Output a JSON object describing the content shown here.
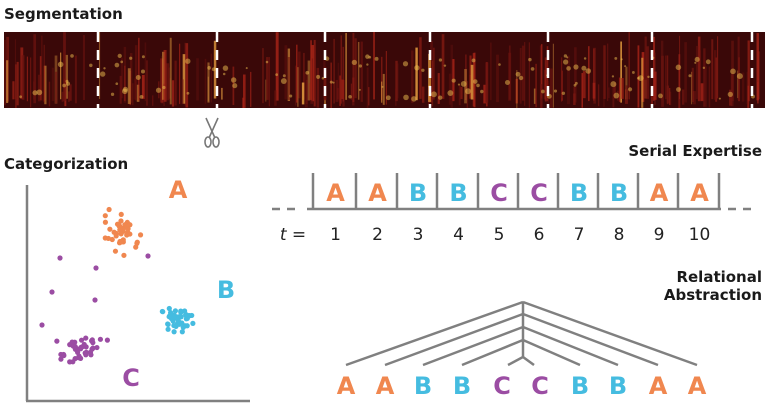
{
  "titles": {
    "segmentation": "Segmentation",
    "categorization": "Categorization",
    "serial": "Serial Expertise",
    "relational_line1": "Relational",
    "relational_line2": "Abstraction"
  },
  "colors": {
    "A": "#F0874F",
    "B": "#45BCE0",
    "C": "#9B4DA3",
    "line": "#808080"
  },
  "icons": {
    "segment_cut": "scissors-icon"
  },
  "categorization": {
    "clusters": [
      {
        "label": "A",
        "color": "#F0874F"
      },
      {
        "label": "B",
        "color": "#45BCE0"
      },
      {
        "label": "C",
        "color": "#9B4DA3"
      }
    ]
  },
  "serial": {
    "time_label": "t =",
    "sequence": [
      "A",
      "A",
      "B",
      "B",
      "C",
      "C",
      "B",
      "B",
      "A",
      "A"
    ],
    "times": [
      "1",
      "2",
      "3",
      "4",
      "5",
      "6",
      "7",
      "8",
      "9",
      "10"
    ]
  },
  "relational": {
    "sequence": [
      "A",
      "A",
      "B",
      "B",
      "C",
      "C",
      "B",
      "B",
      "A",
      "A"
    ]
  }
}
